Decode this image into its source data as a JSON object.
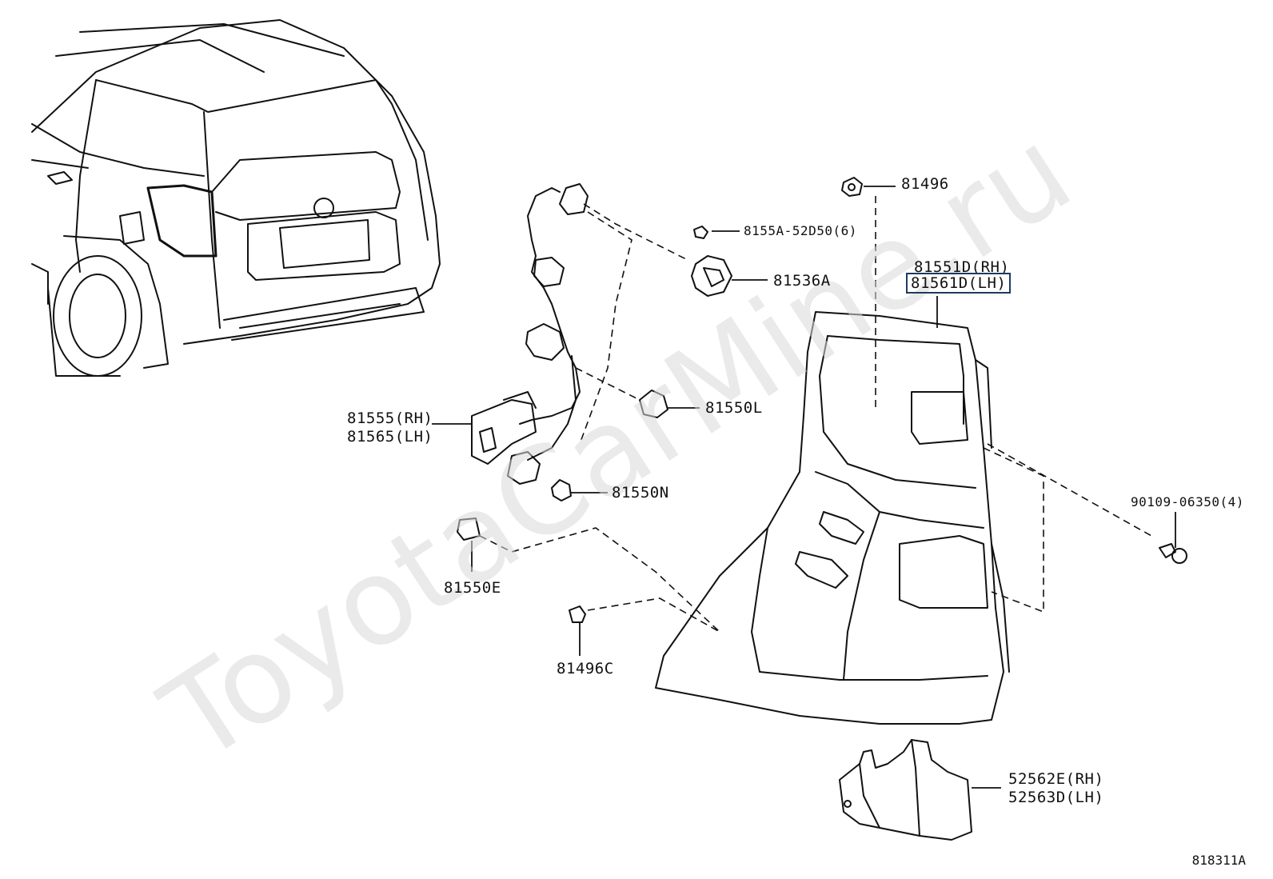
{
  "watermark": "ToyotaCarMine.ru",
  "diagram_code": "818311A",
  "highlight_color": "#1e3a5f",
  "parts": {
    "p81496": "81496",
    "p8155A": "8155A-52D50(6)",
    "p81551D": "81551D(RH)",
    "p81561D": "81561D(LH)",
    "p81536A": "81536A",
    "p81555": "81555(RH)",
    "p81565": "81565(LH)",
    "p81550L": "81550L",
    "p81550N": "81550N",
    "p90109": "90109-06350(4)",
    "p81550E": "81550E",
    "p81496C": "81496C",
    "p52562E": "52562E(RH)",
    "p52563D": "52563D(LH)"
  }
}
